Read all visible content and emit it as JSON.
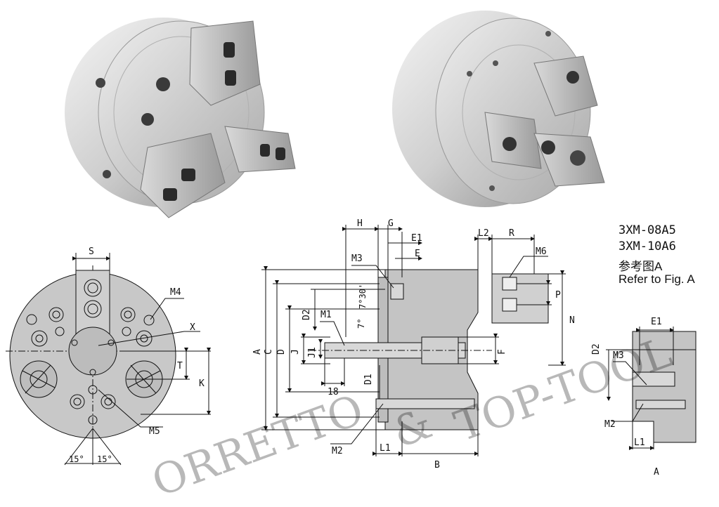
{
  "captions": {
    "model_1": "3XM-08A5",
    "model_2": "3XM-10A6",
    "ref_cn": "参考图A",
    "ref_en": "Refer to Fig. A"
  },
  "watermark": {
    "left_text": "ORRETTO",
    "amp": "&",
    "right_text": "TOP-TOOL"
  },
  "front_view": {
    "labels": {
      "S": "S",
      "M4": "M4",
      "X": "X",
      "T": "T",
      "K": "K",
      "M5": "M5",
      "angle_left": "15°",
      "angle_right": "15°"
    }
  },
  "section_view": {
    "labels": {
      "H": "H",
      "G": "G",
      "E1": "E1",
      "E": "E",
      "M3": "M3",
      "L2": "L2",
      "R": "R",
      "M6": "M6",
      "P": "P",
      "N": "N",
      "D2": "D2",
      "M1": "M1",
      "angle_1": "7°",
      "angle_2": "7°30'",
      "A": "A",
      "C": "C",
      "D": "D",
      "J": "J",
      "J1": "J1",
      "F": "F",
      "D1": "D1",
      "dim_18": "18",
      "M2": "M2",
      "L1": "L1",
      "B": "B"
    }
  },
  "detail_view": {
    "labels": {
      "E1": "E1",
      "D2": "D2",
      "M3": "M3",
      "M2": "M2",
      "L1": "L1",
      "A": "A"
    }
  },
  "colors": {
    "line": "#111111",
    "metal_light": "#e2e2e2",
    "metal_mid": "#b9b9b9",
    "metal_dark": "#6f6f6f",
    "section": "#c4c4c4"
  }
}
